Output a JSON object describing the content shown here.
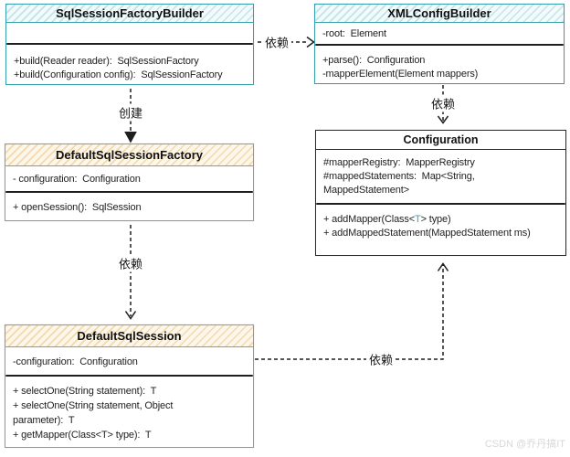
{
  "classes": {
    "sqlSessionFactoryBuilder": {
      "title": "SqlSessionFactoryBuilder",
      "fields": [],
      "methods": [
        "+build(Reader reader):  SqlSessionFactory",
        "+build(Configuration config):  SqlSessionFactory"
      ]
    },
    "xmlConfigBuilder": {
      "title": "XMLConfigBuilder",
      "fields": [
        "-root:  Element"
      ],
      "methods": [
        "+parse():  Configuration",
        "-mapperElement(Element mappers)"
      ]
    },
    "defaultSqlSessionFactory": {
      "title": "DefaultSqlSessionFactory",
      "fields": [
        "- configuration:  Configuration"
      ],
      "methods": [
        "+ openSession():  SqlSession"
      ]
    },
    "configuration": {
      "title": "Configuration",
      "fields": [
        "#mapperRegistry:  MapperRegistry",
        "#mappedStatements:  Map<String,",
        "MappedStatement>"
      ],
      "addMapper": {
        "pre": "+ addMapper(Class<",
        "typeParam": "T",
        "post": "> type)"
      },
      "methods": [
        "+ addMappedStatement(MappedStatement ms)"
      ]
    },
    "defaultSqlSession": {
      "title": "DefaultSqlSession",
      "fields": [
        "-configuration:  Configuration"
      ],
      "methods": [
        "+ selectOne(String statement):  T",
        "+ selectOne(String statement, Object",
        "parameter):  T",
        "+ getMapper(Class<T> type):  T"
      ]
    }
  },
  "relations": {
    "builder_to_xmlconfig": "依赖",
    "builder_to_factory": "创建",
    "xmlconfig_to_configuration": "依赖",
    "factory_to_session": "依赖",
    "session_to_configuration": "依赖"
  },
  "watermark": "CSDN @乔丹搞IT",
  "colors": {
    "teal_border": "#3aa0ad",
    "teal_hatch": "#c4e3e8",
    "teal_bg": "#f2fafb",
    "orange_border": "#dd8a20",
    "orange_hatch": "#f2d9ae",
    "orange_bg": "#fdf6ea",
    "ink": "#1e1e1e",
    "type_param_accent": "#2aa8c4",
    "watermark_gray": "#d8d8d8"
  }
}
